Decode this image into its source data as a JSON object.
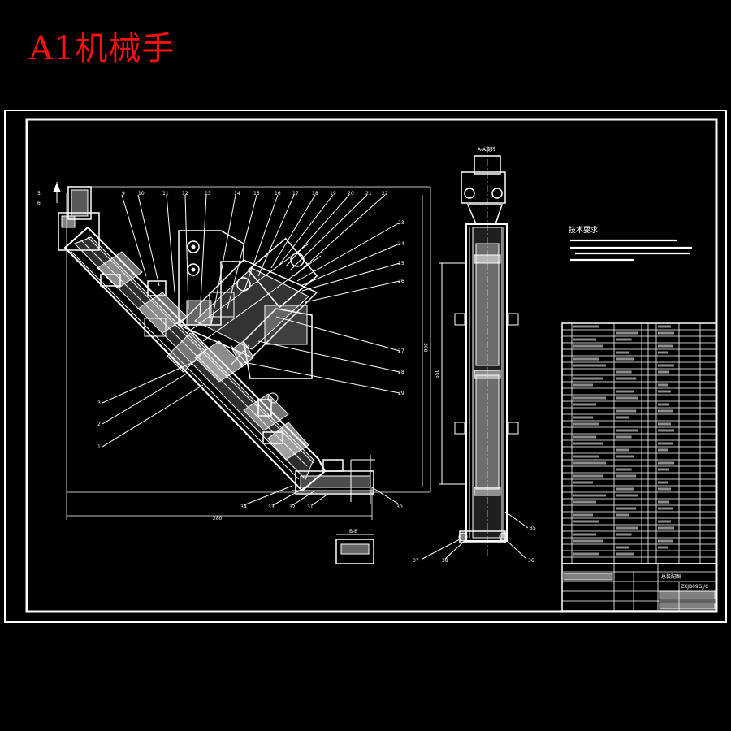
{
  "title": "A1机械手",
  "section_labels": {
    "view_a": "A-A旋转",
    "view_b": "B-B"
  },
  "tech_requirements": {
    "heading": "技术要求"
  },
  "title_block": {
    "drawing_name": "总装配图",
    "drawing_code": "ZXJB09GJ/C"
  },
  "balloons_top": [
    "5",
    "6",
    "9",
    "10",
    "11",
    "12",
    "13",
    "14",
    "15",
    "16",
    "17",
    "18",
    "19",
    "20",
    "21"
  ],
  "balloons_right": [
    "22",
    "23",
    "24",
    "25",
    "26",
    "27",
    "28",
    "29",
    "30"
  ],
  "balloons_left": [
    "3",
    "2",
    "1"
  ],
  "balloons_bottom": [
    "34",
    "33",
    "32",
    "31"
  ],
  "balloons_column": [
    "35",
    "36",
    "37",
    "38"
  ],
  "dimensions": {
    "overall_width": "280",
    "height_right": "300",
    "column_height": "550"
  },
  "colors": {
    "background": "#000000",
    "lines": "#ffffff",
    "title": "#ff1010"
  }
}
